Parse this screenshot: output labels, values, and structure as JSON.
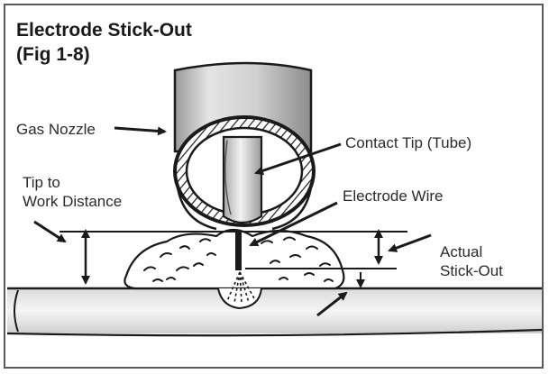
{
  "title": {
    "line1": "Electrode Stick-Out",
    "line2": "(Fig 1-8)"
  },
  "labels": {
    "gas_nozzle": "Gas Nozzle",
    "contact_tip": "Contact Tip (Tube)",
    "tip_to_work_line1": "Tip to",
    "tip_to_work_line2": "Work Distance",
    "electrode_wire": "Electrode Wire",
    "actual_line1": "Actual",
    "actual_line2": "Stick-Out"
  },
  "colors": {
    "ink": "#1a1a1a",
    "metal_light": "#e6e6e6",
    "metal_mid": "#bdbdbd",
    "metal_dark": "#8a8a8a"
  }
}
